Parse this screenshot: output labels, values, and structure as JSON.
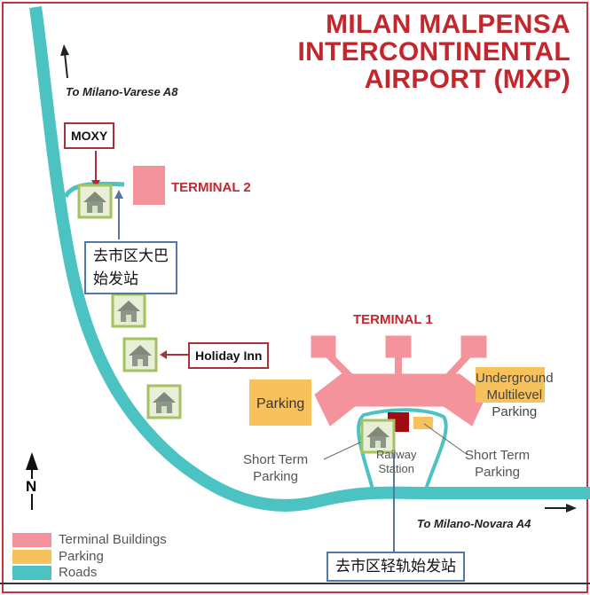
{
  "title_lines": [
    "MILAN MALPENSA",
    "INTERCONTINENTAL",
    "AIRPORT (MXP)"
  ],
  "labels": {
    "terminal2": "TERMINAL 2",
    "terminal1": "TERMINAL 1",
    "parking_left": "Parking",
    "underground": [
      "Underground",
      "Multilevel",
      "Parking"
    ],
    "short_term_left": [
      "Short Term",
      "Parking"
    ],
    "short_term_right": [
      "Short Term",
      "Parking"
    ],
    "railway": [
      "Railway",
      "Station"
    ],
    "to_varese": "To Milano-Varese A8",
    "to_novara": "To Milano-Novara A4",
    "north": "N"
  },
  "callouts": {
    "moxy": "MOXY",
    "holiday_inn": "Holiday Inn",
    "bus_station": [
      "去市区大巴",
      "始发站"
    ],
    "rail_station": "去市区轻轨始发站"
  },
  "legend": [
    {
      "label": "Terminal Buildings",
      "color": "#f4939b"
    },
    {
      "label": "Parking",
      "color": "#f7c25c"
    },
    {
      "label": "Roads",
      "color": "#4cc3c3"
    }
  ],
  "colors": {
    "road": "#4cc3c3",
    "terminal": "#f4939b",
    "parking": "#f7c25c",
    "title": "#c1272d",
    "hotel": "#a4c261"
  }
}
